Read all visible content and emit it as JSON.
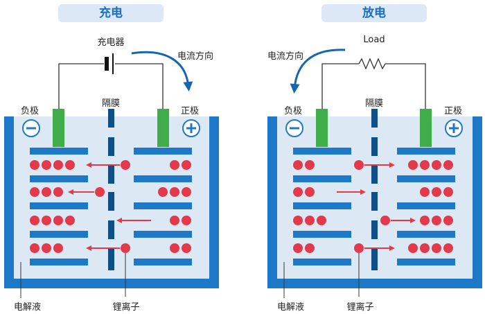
{
  "charge": {
    "title": "充电",
    "charger": "充电器",
    "current_direction": "电流方向",
    "negative": "负极",
    "positive": "正极",
    "separator": "隔膜",
    "electrolyte": "电解液",
    "lithium_ion": "锂离子"
  },
  "discharge": {
    "title": "放电",
    "load": "Load",
    "current_direction": "电流方向",
    "negative": "负极",
    "positive": "正极",
    "separator": "隔膜",
    "electrolyte": "电解液",
    "lithium_ion": "锂离子"
  },
  "colors": {
    "container": "#1e78c8",
    "electrolyte": "#dde8f5",
    "plate": "#1e78c8",
    "separator": "#0d4f86",
    "electrode": "#3fae4a",
    "ion": "#e23a4b",
    "arrow": "#e23a4b",
    "current_arrow": "#1565b0",
    "title_bg": "#dce8f6",
    "title_text": "#1b6fc2"
  }
}
